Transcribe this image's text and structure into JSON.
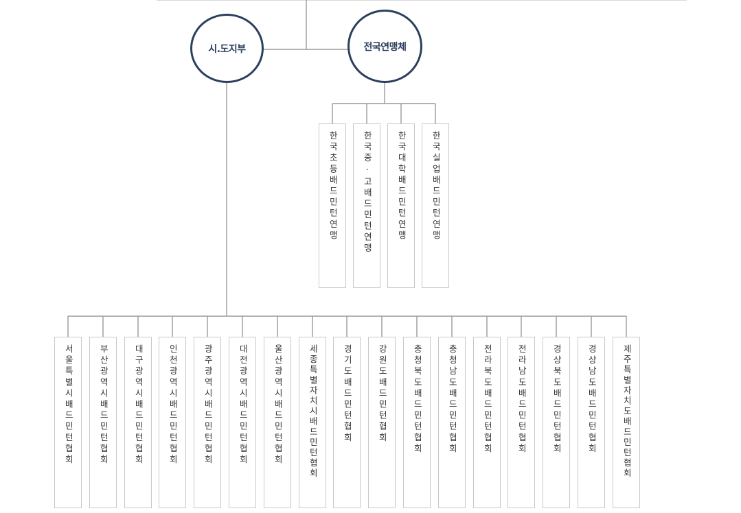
{
  "diagram": {
    "nodes": {
      "provincial": "시.도지부",
      "national": "전국연맹체"
    },
    "federations": [
      "한국초등배드민턴연맹",
      "한국중·고배드민턴연맹",
      "한국대학배드민턴연맹",
      "한국실업배드민턴연맹"
    ],
    "associations": [
      "서울특별시배드민턴협회",
      "부산광역시배드민턴협회",
      "대구광역시배드민턴협회",
      "인천광역시배드민턴협회",
      "광주광역시배드민턴협회",
      "대전광역시배드민턴협회",
      "울산광역시배드민턴협회",
      "세종특별자치시배드민턴협회",
      "경기도배드민턴협회",
      "강원도배드민턴협회",
      "충청북도배드민턴협회",
      "충청남도배드민턴협회",
      "전라북도배드민턴협회",
      "전라남도배드민턴협회",
      "경상북도배드민턴협회",
      "경상남도배드민턴협회",
      "제주특별자치도배드민턴협회"
    ],
    "colors": {
      "circle_border": "#2c3f5c",
      "connector": "#9a9a9a",
      "box_border": "#c8c8c8"
    }
  }
}
